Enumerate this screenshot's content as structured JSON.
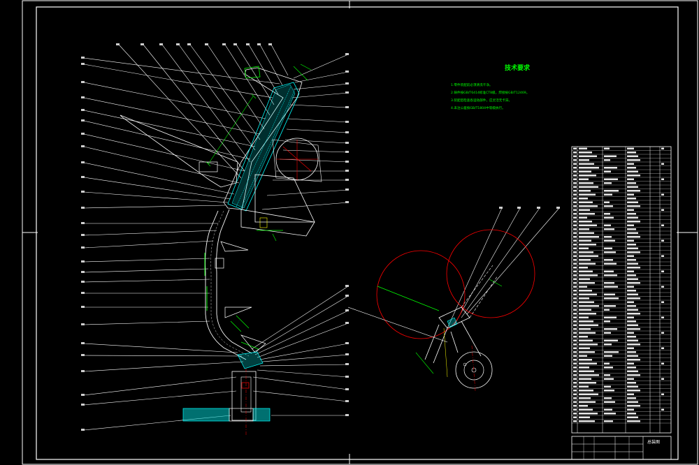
{
  "drawing": {
    "tech_requirements_title": "技术要求",
    "tech_requirements": [
      "1.零件装配前必须清洗干净。",
      "2.铸件按GB/T6414标准CT8级，焊接按GB/T12469。",
      "3.装配后检查各运动部件，应灵活无卡滞。",
      "4.未注公差按GB/T1804中等级执行。"
    ],
    "title_block": {
      "name": "总装图"
    }
  },
  "colors": {
    "line": "#ffffff",
    "green": "#00ff00",
    "cyan": "#00ffff",
    "red": "#ff0000",
    "yellow": "#ffff00"
  }
}
